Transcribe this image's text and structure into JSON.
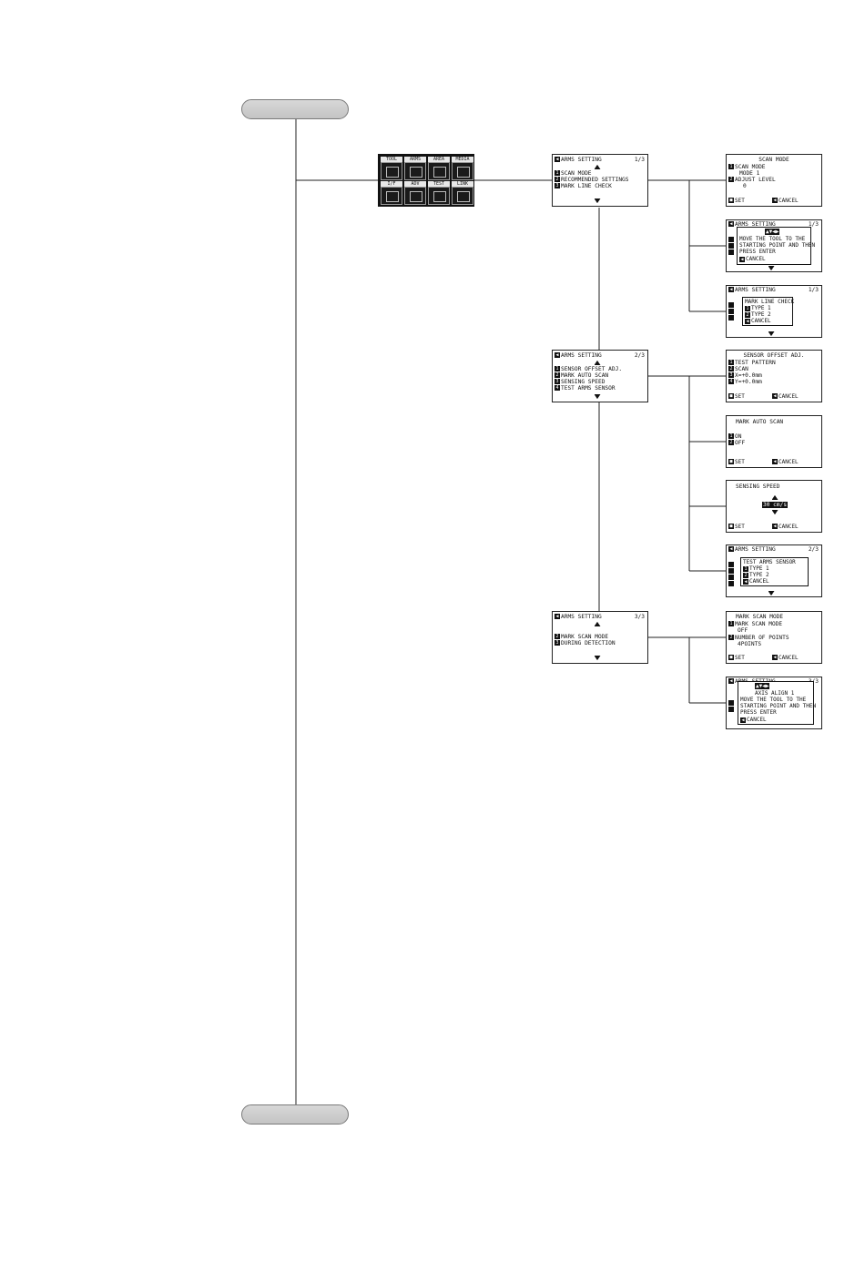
{
  "main_menu": {
    "tabs_top": [
      "TOOL",
      "ARMS",
      "AREA",
      "MEDIA"
    ],
    "tabs_bottom": [
      "I/F",
      "ADV",
      "TEST",
      "LINK"
    ]
  },
  "arms1": {
    "title": "ARMS SETTING",
    "page": "1/3",
    "items": [
      "SCAN MODE",
      "RECOMMENDED SETTINGS",
      "MARK LINE CHECK"
    ]
  },
  "scan_mode": {
    "title": "SCAN MODE",
    "lines": [
      "SCAN MODE",
      "MODE 1",
      "ADJUST LEVEL",
      "0"
    ],
    "set": "SET",
    "cancel": "CANCEL"
  },
  "recommended": {
    "title": "ARMS SETTING",
    "page": "1/3",
    "lines": [
      "MOVE THE TOOL TO THE",
      "STARTING POINT AND THEN",
      "PRESS ENTER",
      "CANCEL"
    ]
  },
  "mark_line": {
    "title": "ARMS SETTING",
    "page": "1/3",
    "popup_title": "MARK LINE CHECK",
    "options": [
      "TYPE 1",
      "TYPE 2",
      "CANCEL"
    ]
  },
  "arms2": {
    "title": "ARMS SETTING",
    "page": "2/3",
    "items": [
      "SENSOR OFFSET ADJ.",
      "MARK AUTO SCAN",
      "SENSING SPEED",
      "TEST ARMS SENSOR"
    ]
  },
  "sensor_offset": {
    "title": "SENSOR OFFSET ADJ.",
    "lines": [
      "TEST PATTERN",
      "SCAN",
      "X=+0.0mm",
      "Y=+0.0mm"
    ],
    "set": "SET",
    "cancel": "CANCEL"
  },
  "mark_auto": {
    "title": "MARK AUTO SCAN",
    "lines": [
      "ON",
      "OFF"
    ],
    "set": "SET",
    "cancel": "CANCEL"
  },
  "sensing_speed": {
    "title": "SENSING SPEED",
    "value": "30 cm/s",
    "set": "SET",
    "cancel": "CANCEL"
  },
  "test_arms": {
    "title": "ARMS SETTING",
    "page": "2/3",
    "popup_title": "TEST ARMS SENSOR",
    "options": [
      "TYPE 1",
      "TYPE 2",
      "CANCEL"
    ]
  },
  "arms3": {
    "title": "ARMS SETTING",
    "page": "3/3",
    "items": [
      "MARK SCAN MODE",
      "DURING DETECTION"
    ]
  },
  "mark_scan_mode": {
    "title": "MARK SCAN MODE",
    "lines": [
      "MARK SCAN MODE",
      "OFF",
      "NUMBER OF POINTS",
      "4POINTS"
    ],
    "set": "SET",
    "cancel": "CANCEL"
  },
  "during_detection": {
    "title": "ARMS SETTING",
    "page": "3/3",
    "lines": [
      "AXIS ALIGN 1",
      "MOVE THE TOOL TO THE",
      "STARTING POINT AND THEN",
      "PRESS ENTER",
      "CANCEL"
    ]
  }
}
